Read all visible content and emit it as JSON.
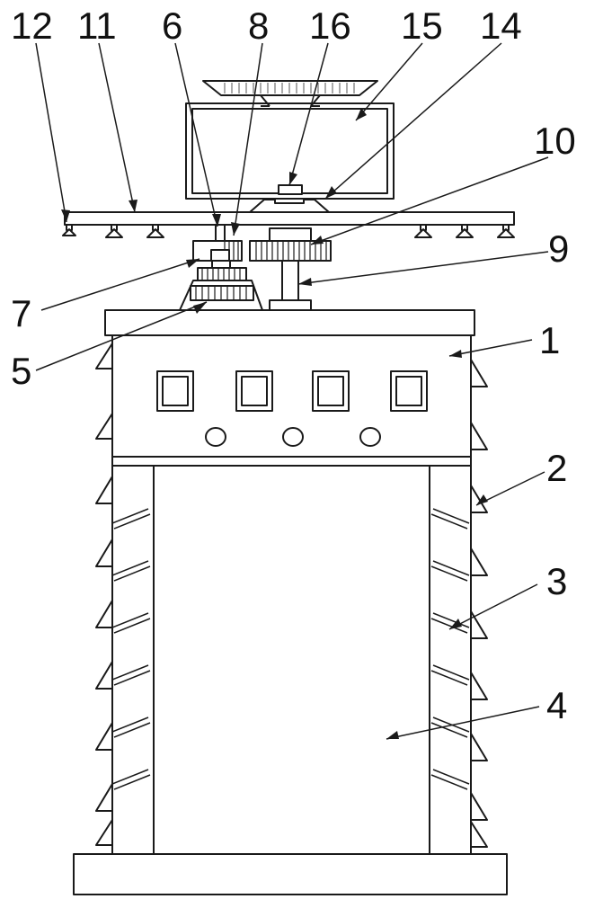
{
  "figure": {
    "style": {
      "line_color": "#1a1a1a",
      "fill_color": "#ffffff"
    },
    "callouts": [
      {
        "id": "12",
        "text": "12"
      },
      {
        "id": "11",
        "text": "11"
      },
      {
        "id": "6",
        "text": "6"
      },
      {
        "id": "8",
        "text": "8"
      },
      {
        "id": "16",
        "text": "16"
      },
      {
        "id": "15",
        "text": "15"
      },
      {
        "id": "14",
        "text": "14"
      },
      {
        "id": "10",
        "text": "10"
      },
      {
        "id": "9",
        "text": "9"
      },
      {
        "id": "7",
        "text": "7"
      },
      {
        "id": "1",
        "text": "1"
      },
      {
        "id": "5",
        "text": "5"
      },
      {
        "id": "2",
        "text": "2"
      },
      {
        "id": "3",
        "text": "3"
      },
      {
        "id": "4",
        "text": "4"
      }
    ]
  }
}
